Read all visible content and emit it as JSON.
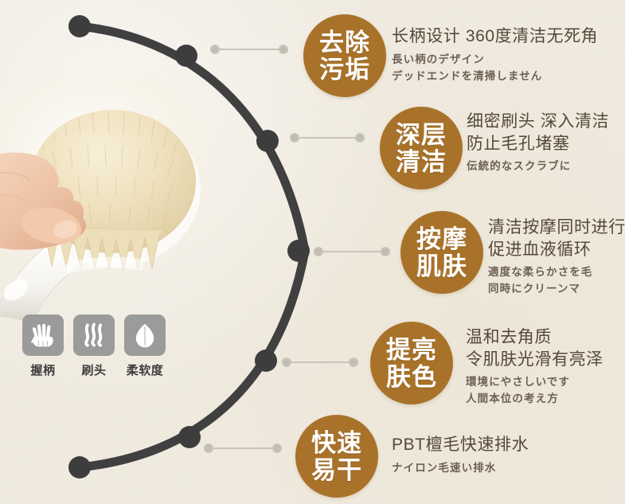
{
  "poster": {
    "background_color": "#f1ece1",
    "badge_color": "#a9722a",
    "arc_color": "#404040",
    "connector_color": "#c4bfb5",
    "heading_color": "#56483a",
    "sub_color": "#6d6054"
  },
  "product_photo": {
    "alt": "hand-holding-round-bristle-brush",
    "bristle_color": "#f0e4c4",
    "handle_color": "#fbfaf6",
    "skin_color": "#f0cdb4"
  },
  "features": [
    {
      "icon": "hand-icon",
      "label": "握柄"
    },
    {
      "icon": "bristles-icon",
      "label": "刷头"
    },
    {
      "icon": "leaf-icon",
      "label": "柔软度"
    }
  ],
  "points": [
    {
      "badge_line1": "去除",
      "badge_line2": "污垢",
      "main": [
        "长柄设计 360度清洁无死角"
      ],
      "sub": [
        "長い柄のデザイン",
        "デッドエンドを清掃しません"
      ]
    },
    {
      "badge_line1": "深层",
      "badge_line2": "清洁",
      "main": [
        "细密刷头 深入清洁",
        "防止毛孔堵塞"
      ],
      "sub": [
        "伝統的なスクラブに"
      ]
    },
    {
      "badge_line1": "按摩",
      "badge_line2": "肌肤",
      "main": [
        "清洁按摩同时进行",
        "促进血液循环"
      ],
      "sub": [
        "適度な柔らかさを毛",
        "同時にクリーンマ"
      ]
    },
    {
      "badge_line1": "提亮",
      "badge_line2": "肤色",
      "main": [
        "温和去角质",
        "令肌肤光滑有亮泽"
      ],
      "sub": [
        "環境にやさしいです",
        "人間本位の考え方"
      ]
    },
    {
      "badge_line1": "快速",
      "badge_line2": "易干",
      "main": [
        "PBT檀毛快速排水"
      ],
      "sub": [
        "ナイロン毛速い排水"
      ]
    }
  ]
}
